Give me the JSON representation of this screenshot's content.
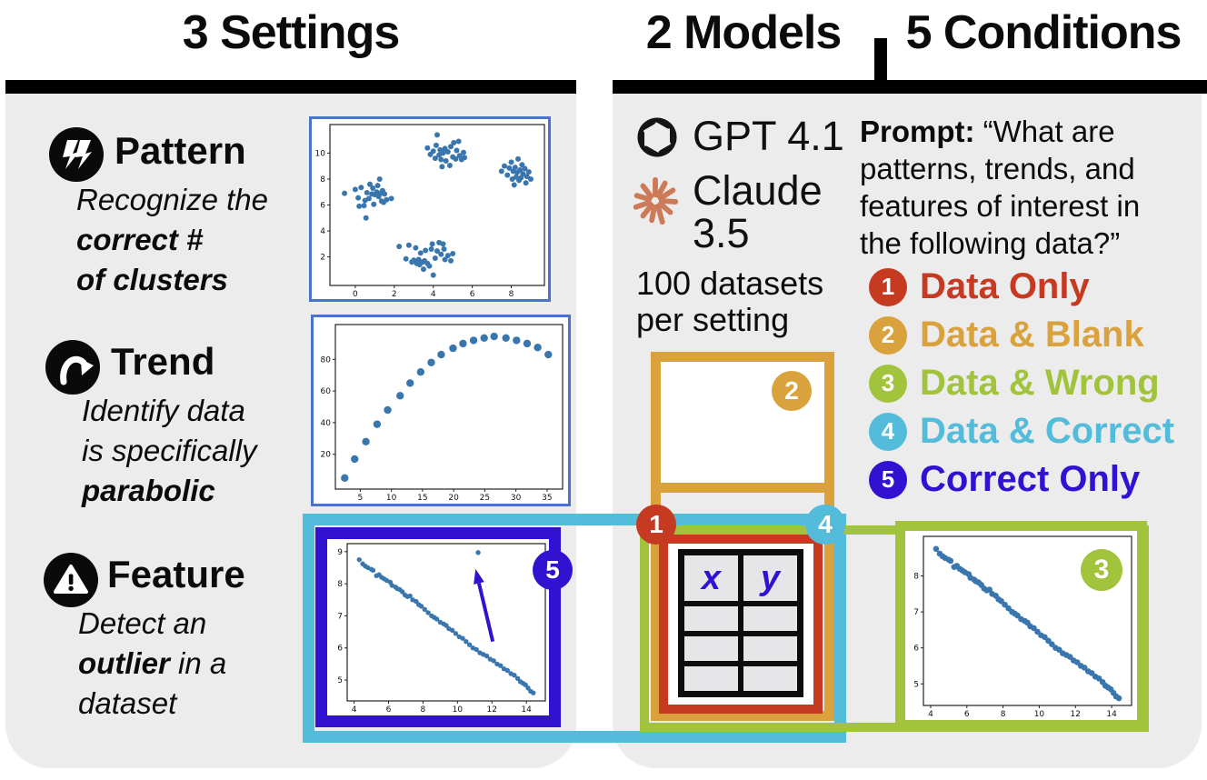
{
  "header": {
    "left_title": "3 Settings",
    "right_models": "2 Models",
    "right_conditions": "5 Conditions"
  },
  "settings": [
    {
      "id": "clusters",
      "title": "Pattern",
      "icon": "pattern-icon",
      "desc_lines": [
        [
          {
            "t": "Recognize the",
            "b": 0
          }
        ],
        [
          {
            "t": "correct #",
            "b": 1
          }
        ],
        [
          {
            "t": "of clusters",
            "b": 1
          }
        ]
      ]
    },
    {
      "id": "parabola",
      "title": "Trend",
      "icon": "trend-arrow-icon",
      "desc_lines": [
        [
          {
            "t": "Identify data",
            "b": 0
          }
        ],
        [
          {
            "t": "is specifically",
            "b": 0
          }
        ],
        [
          {
            "t": "parabolic",
            "b": 1
          }
        ]
      ]
    },
    {
      "id": "outlier",
      "title": "Feature",
      "icon": "feature-warning-icon",
      "desc_lines": [
        [
          {
            "t": "Detect an",
            "b": 0
          }
        ],
        [
          {
            "t": "outlier",
            "b": 1
          },
          {
            "t": " in a",
            "b": 0
          }
        ],
        [
          {
            "t": "dataset",
            "b": 0
          }
        ]
      ]
    }
  ],
  "models": {
    "items": [
      {
        "name": "GPT 4.1",
        "icon": "openai-logo"
      },
      {
        "name": "Claude 3.5",
        "icon": "anthropic-logo"
      }
    ],
    "datasets_note": "100 datasets per setting"
  },
  "prompt": {
    "label": "Prompt:",
    "lines": [
      "“What are",
      "patterns, trends, and",
      "features of interest in",
      "the following data?”"
    ]
  },
  "conditions": [
    {
      "num": "1",
      "label": "Data Only",
      "color": "#c53a21"
    },
    {
      "num": "2",
      "label": "Data & Blank",
      "color": "#d9a23c"
    },
    {
      "num": "3",
      "label": "Data & Wrong",
      "color": "#a2c43d"
    },
    {
      "num": "4",
      "label": "Data & Correct",
      "color": "#54bcdb"
    },
    {
      "num": "5",
      "label": "Correct Only",
      "color": "#3212d0"
    }
  ],
  "table": {
    "headers": [
      "x",
      "y"
    ],
    "empty_rows": 3,
    "cols": 2
  },
  "colors": {
    "red": "#c53a21",
    "orange": "#d9a23c",
    "green": "#a2c43d",
    "cyan": "#54bcdb",
    "blue": "#3212d0",
    "panel": "#ececec",
    "pltborder": "#4a74c8",
    "dot": "#3a76ae",
    "cellgray": "#e6e6e8",
    "anthropic": "#cc7a57"
  },
  "chart_data": {
    "shared_linear_points": [
      [
        4.3,
        8.75
      ],
      [
        4.5,
        8.62
      ],
      [
        4.65,
        8.55
      ],
      [
        4.8,
        8.5
      ],
      [
        5.0,
        8.45
      ],
      [
        5.1,
        8.42
      ],
      [
        5.3,
        8.25
      ],
      [
        5.45,
        8.28
      ],
      [
        5.6,
        8.2
      ],
      [
        5.75,
        8.15
      ],
      [
        5.9,
        8.1
      ],
      [
        6.1,
        8.05
      ],
      [
        6.2,
        7.95
      ],
      [
        6.4,
        7.9
      ],
      [
        6.5,
        7.85
      ],
      [
        6.65,
        7.82
      ],
      [
        6.8,
        7.75
      ],
      [
        6.95,
        7.65
      ],
      [
        7.1,
        7.6
      ],
      [
        7.25,
        7.62
      ],
      [
        7.4,
        7.5
      ],
      [
        7.6,
        7.45
      ],
      [
        7.75,
        7.35
      ],
      [
        7.9,
        7.3
      ],
      [
        8.1,
        7.2
      ],
      [
        8.3,
        7.1
      ],
      [
        8.5,
        7.0
      ],
      [
        8.65,
        6.95
      ],
      [
        8.8,
        6.9
      ],
      [
        9.0,
        6.8
      ],
      [
        9.2,
        6.75
      ],
      [
        9.35,
        6.7
      ],
      [
        9.5,
        6.6
      ],
      [
        9.7,
        6.55
      ],
      [
        9.9,
        6.45
      ],
      [
        10.1,
        6.35
      ],
      [
        10.3,
        6.3
      ],
      [
        10.5,
        6.2
      ],
      [
        10.7,
        6.1
      ],
      [
        10.9,
        6.0
      ],
      [
        11.1,
        5.95
      ],
      [
        11.3,
        5.85
      ],
      [
        11.5,
        5.8
      ],
      [
        11.7,
        5.75
      ],
      [
        11.9,
        5.65
      ],
      [
        12.1,
        5.6
      ],
      [
        12.3,
        5.5
      ],
      [
        12.5,
        5.45
      ],
      [
        12.7,
        5.35
      ],
      [
        12.9,
        5.3
      ],
      [
        13.1,
        5.2
      ],
      [
        13.3,
        5.15
      ],
      [
        13.5,
        5.05
      ],
      [
        13.65,
        4.95
      ],
      [
        13.8,
        4.9
      ],
      [
        13.95,
        4.85
      ],
      [
        14.1,
        4.75
      ],
      [
        14.25,
        4.65
      ],
      [
        14.4,
        4.6
      ]
    ],
    "plots": [
      {
        "id": "clusters",
        "type": "scatter",
        "title": "",
        "xlabel": "",
        "ylabel": "",
        "xlim": [
          -1.3,
          9.7
        ],
        "ylim": [
          -0.2,
          12.2
        ],
        "xticks": [
          0,
          2,
          4,
          6,
          8
        ],
        "yticks": [
          2,
          4,
          6,
          8,
          10
        ],
        "dot_r": 3.0,
        "margins": [
          20,
          6,
          4,
          15
        ],
        "clusters": [
          [
            [
              -0.55,
              6.9
            ],
            [
              0.0,
              7.2
            ],
            [
              0.15,
              6.55
            ],
            [
              0.3,
              7.35
            ],
            [
              0.45,
              5.95
            ],
            [
              0.6,
              6.95
            ],
            [
              0.7,
              6.5
            ],
            [
              0.75,
              7.6
            ],
            [
              0.85,
              6.85
            ],
            [
              0.9,
              7.3
            ],
            [
              0.95,
              6.05
            ],
            [
              1.0,
              6.8
            ],
            [
              1.1,
              7.0
            ],
            [
              1.15,
              7.5
            ],
            [
              1.2,
              6.65
            ],
            [
              1.25,
              8.0
            ],
            [
              1.3,
              6.9
            ],
            [
              1.35,
              6.3
            ],
            [
              1.4,
              7.1
            ],
            [
              1.5,
              6.85
            ],
            [
              1.6,
              6.4
            ],
            [
              1.85,
              6.5
            ],
            [
              0.55,
              5.0
            ],
            [
              1.45,
              6.2
            ],
            [
              0.2,
              5.9
            ],
            [
              0.5,
              6.35
            ]
          ],
          [
            [
              3.7,
              10.4
            ],
            [
              3.85,
              9.9
            ],
            [
              4.0,
              10.15
            ],
            [
              4.1,
              9.6
            ],
            [
              4.15,
              10.6
            ],
            [
              4.2,
              11.4
            ],
            [
              4.3,
              9.85
            ],
            [
              4.35,
              10.25
            ],
            [
              4.4,
              9.5
            ],
            [
              4.45,
              8.95
            ],
            [
              4.5,
              10.0
            ],
            [
              4.6,
              10.35
            ],
            [
              4.65,
              9.4
            ],
            [
              4.75,
              10.1
            ],
            [
              4.85,
              9.05
            ],
            [
              4.9,
              10.5
            ],
            [
              5.0,
              9.7
            ],
            [
              5.05,
              10.8
            ],
            [
              5.15,
              9.55
            ],
            [
              5.2,
              10.2
            ],
            [
              5.3,
              10.9
            ],
            [
              5.35,
              9.8
            ],
            [
              5.45,
              9.5
            ],
            [
              5.55,
              10.05
            ],
            [
              5.6,
              9.65
            ]
          ],
          [
            [
              7.5,
              8.6
            ],
            [
              7.65,
              9.0
            ],
            [
              7.8,
              8.3
            ],
            [
              7.9,
              8.85
            ],
            [
              8.0,
              9.3
            ],
            [
              8.05,
              8.0
            ],
            [
              8.1,
              8.6
            ],
            [
              8.2,
              8.9
            ],
            [
              8.25,
              8.15
            ],
            [
              8.3,
              8.5
            ],
            [
              8.35,
              9.55
            ],
            [
              8.4,
              7.9
            ],
            [
              8.45,
              8.7
            ],
            [
              8.5,
              8.1
            ],
            [
              8.55,
              9.1
            ],
            [
              8.6,
              8.4
            ],
            [
              8.7,
              8.8
            ],
            [
              8.75,
              7.7
            ],
            [
              8.8,
              8.2
            ],
            [
              8.9,
              8.55
            ],
            [
              9.0,
              8.0
            ],
            [
              8.15,
              7.55
            ]
          ],
          [
            [
              2.25,
              2.8
            ],
            [
              2.6,
              1.85
            ],
            [
              2.75,
              2.9
            ],
            [
              2.9,
              1.6
            ],
            [
              3.0,
              1.75
            ],
            [
              3.1,
              2.7
            ],
            [
              3.15,
              1.5
            ],
            [
              3.25,
              1.8
            ],
            [
              3.3,
              1.4
            ],
            [
              3.35,
              2.3
            ],
            [
              3.45,
              1.6
            ],
            [
              3.5,
              1.05
            ],
            [
              3.55,
              1.7
            ],
            [
              3.6,
              2.5
            ],
            [
              3.7,
              1.5
            ],
            [
              3.8,
              1.3
            ],
            [
              3.9,
              2.6
            ],
            [
              3.95,
              3.0
            ],
            [
              4.0,
              0.6
            ],
            [
              4.1,
              1.9
            ],
            [
              4.2,
              2.45
            ],
            [
              4.3,
              3.1
            ],
            [
              4.4,
              2.2
            ],
            [
              4.5,
              3.0
            ],
            [
              4.6,
              1.8
            ],
            [
              4.75,
              2.1
            ],
            [
              4.9,
              1.7
            ],
            [
              5.0,
              2.25
            ],
            [
              4.55,
              2.6
            ]
          ]
        ]
      },
      {
        "id": "parabola",
        "type": "scatter",
        "title": "",
        "xlabel": "",
        "ylabel": "",
        "xlim": [
          1,
          37.5
        ],
        "ylim": [
          -2,
          102
        ],
        "xticks": [
          5,
          10,
          15,
          20,
          25,
          30,
          35
        ],
        "yticks": [
          20,
          40,
          60,
          80
        ],
        "dot_r": 4.2,
        "margins": [
          24,
          8,
          6,
          16
        ],
        "points": [
          [
            2.5,
            5
          ],
          [
            4.1,
            17
          ],
          [
            5.9,
            28
          ],
          [
            7.7,
            39
          ],
          [
            9.4,
            48
          ],
          [
            11.4,
            57
          ],
          [
            13.0,
            65
          ],
          [
            14.7,
            72
          ],
          [
            16.4,
            78
          ],
          [
            18.0,
            83
          ],
          [
            19.9,
            87
          ],
          [
            21.5,
            90
          ],
          [
            23.2,
            92
          ],
          [
            24.9,
            93.5
          ],
          [
            26.5,
            94.5
          ],
          [
            28.4,
            93.5
          ],
          [
            30.1,
            92
          ],
          [
            31.8,
            90
          ],
          [
            33.5,
            87.5
          ],
          [
            35.2,
            83
          ]
        ]
      },
      {
        "id": "outlier",
        "type": "scatter",
        "title": "",
        "xlabel": "",
        "ylabel": "",
        "xlim": [
          3.6,
          15.1
        ],
        "ylim": [
          4.35,
          9.25
        ],
        "xticks": [
          4,
          6,
          8,
          10,
          12,
          14
        ],
        "yticks": [
          5,
          6,
          7,
          8,
          9
        ],
        "dot_r": 2.7,
        "margins": [
          22,
          5,
          4,
          16
        ],
        "points_ref": "shared_linear_points",
        "outlier": [
          11.2,
          8.97
        ],
        "arrow": {
          "from": [
            12.05,
            6.2
          ],
          "to": [
            11.1,
            8.35
          ]
        }
      },
      {
        "id": "wrong",
        "type": "scatter",
        "title": "",
        "xlabel": "",
        "ylabel": "",
        "xlim": [
          3.6,
          15.1
        ],
        "ylim": [
          4.4,
          9.1
        ],
        "xticks": [
          4,
          6,
          8,
          10,
          12,
          14
        ],
        "yticks": [
          5,
          6,
          7,
          8
        ],
        "dot_r": 3.3,
        "margins": [
          20,
          6,
          6,
          16
        ],
        "points_ref": "shared_linear_points"
      }
    ]
  }
}
